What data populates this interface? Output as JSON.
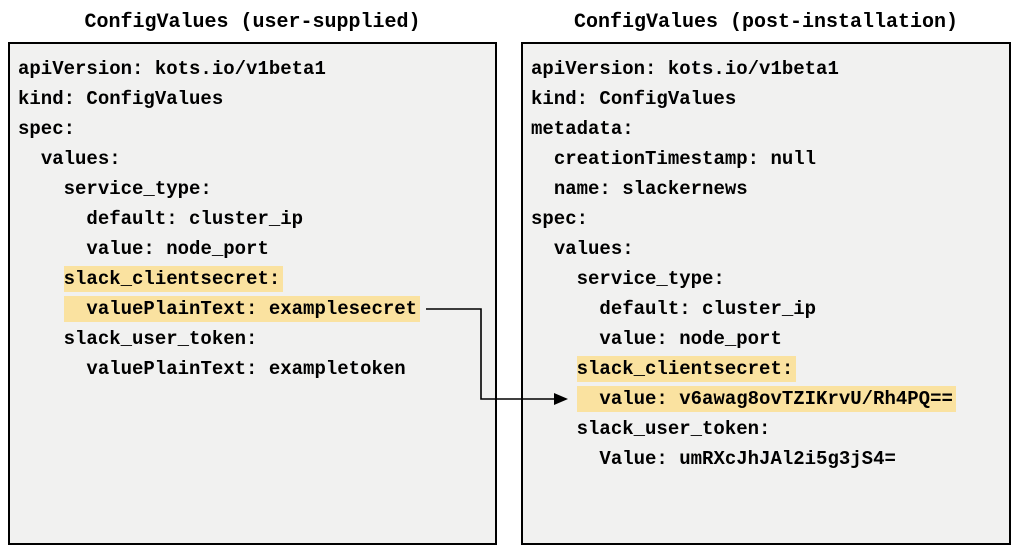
{
  "colors": {
    "panel_bg": "#f1f1f0",
    "panel_border": "#000000",
    "highlight": "#fae2a0",
    "text": "#000000",
    "page_bg": "#ffffff"
  },
  "panels": [
    {
      "id": "user-supplied",
      "title": "ConfigValues (user-supplied)",
      "lines": [
        {
          "indent": 0,
          "text": "apiVersion: kots.io/v1beta1"
        },
        {
          "indent": 0,
          "text": "kind: ConfigValues"
        },
        {
          "indent": 0,
          "text": "spec:"
        },
        {
          "indent": 2,
          "text": "values:"
        },
        {
          "indent": 4,
          "text": "service_type:"
        },
        {
          "indent": 6,
          "text": "default: cluster_ip"
        },
        {
          "indent": 6,
          "text": "value: node_port"
        },
        {
          "indent": 4,
          "text": "slack_clientsecret:",
          "highlight": true,
          "highlight_from": 4
        },
        {
          "indent": 6,
          "text": "valuePlainText: examplesecret",
          "highlight": true,
          "highlight_from": 4
        },
        {
          "indent": 4,
          "text": "slack_user_token:"
        },
        {
          "indent": 6,
          "text": "valuePlainText: exampletoken"
        }
      ]
    },
    {
      "id": "post-installation",
      "title": "ConfigValues (post-installation)",
      "lines": [
        {
          "indent": 0,
          "text": "apiVersion: kots.io/v1beta1"
        },
        {
          "indent": 0,
          "text": "kind: ConfigValues"
        },
        {
          "indent": 0,
          "text": "metadata:"
        },
        {
          "indent": 2,
          "text": "creationTimestamp: null"
        },
        {
          "indent": 2,
          "text": "name: slackernews"
        },
        {
          "indent": 0,
          "text": "spec:"
        },
        {
          "indent": 2,
          "text": "values:"
        },
        {
          "indent": 4,
          "text": "service_type:"
        },
        {
          "indent": 6,
          "text": "default: cluster_ip"
        },
        {
          "indent": 6,
          "text": "value: node_port"
        },
        {
          "indent": 4,
          "text": "slack_clientsecret:",
          "highlight": true,
          "highlight_from": 4
        },
        {
          "indent": 6,
          "text": "value: v6awag8ovTZIKrvU/Rh4PQ==",
          "highlight": true,
          "highlight_from": 4
        },
        {
          "indent": 4,
          "text": "slack_user_token:"
        },
        {
          "indent": 6,
          "text": "Value: umRXcJhJAl2i5g3jS4="
        }
      ]
    }
  ],
  "arrow": {
    "meaning": "plaintext secret value is encrypted after installation"
  }
}
